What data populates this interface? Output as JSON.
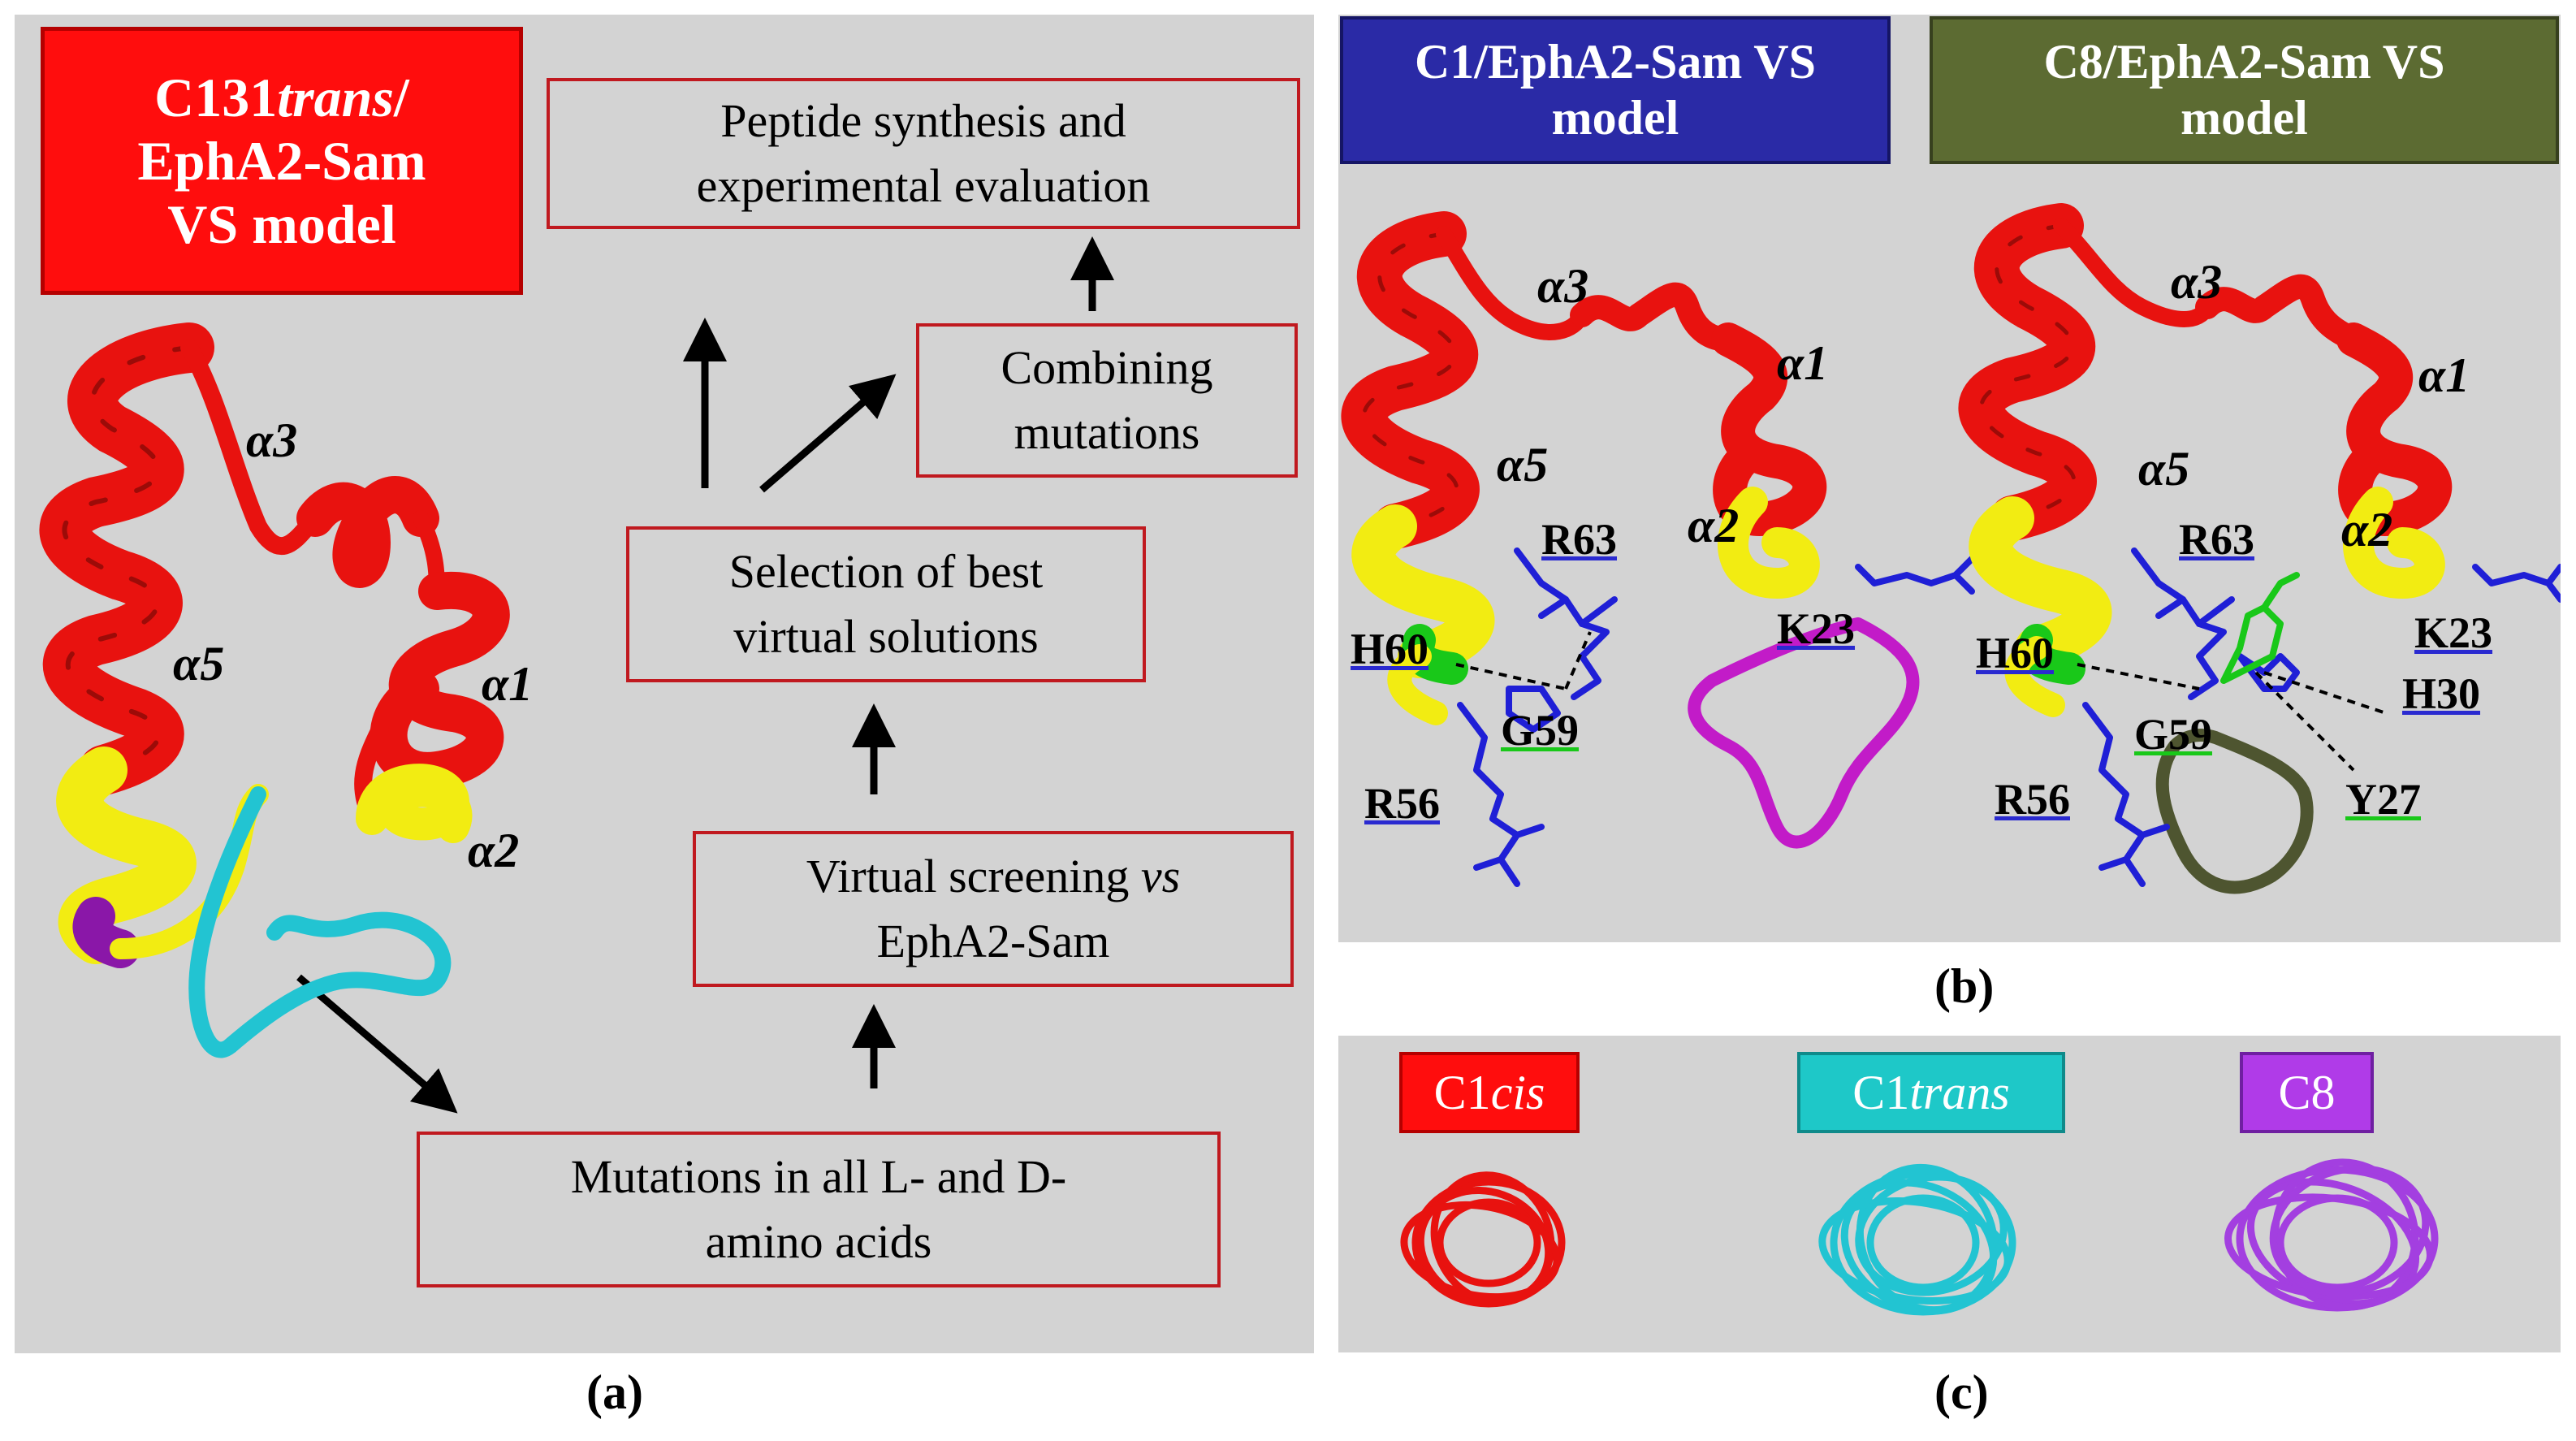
{
  "panel_a": {
    "panel_label": "(a)",
    "title": [
      "C131",
      "trans",
      "/",
      "EphA2-Sam",
      "VS model"
    ],
    "helix_labels": [
      "α3",
      "α5",
      "α1",
      "α2"
    ],
    "steps": {
      "synthesis": [
        "Peptide synthesis and",
        "experimental evaluation"
      ],
      "combining": [
        "Combining",
        "mutations"
      ],
      "selection": [
        "Selection of best",
        "virtual solutions"
      ],
      "screening": [
        "Virtual screening ",
        "vs",
        "EphA2-Sam"
      ],
      "mutations": [
        "Mutations in all L- and D-",
        "amino acids"
      ]
    }
  },
  "panel_b": {
    "panel_label": "(b)",
    "model1_title": [
      "C1/EphA2-Sam VS",
      "model"
    ],
    "model2_title": [
      "C8/EphA2-Sam VS",
      "model"
    ],
    "model1": {
      "helix_labels": [
        "α3",
        "α1",
        "α5",
        "α2"
      ],
      "residues": [
        "R63",
        "K23",
        "H60",
        "G59",
        "R56"
      ]
    },
    "model2": {
      "helix_labels": [
        "α3",
        "α1",
        "α5",
        "α2"
      ],
      "residues": [
        "R63",
        "K23",
        "H60",
        "H30",
        "G59",
        "Y27",
        "R56"
      ]
    }
  },
  "panel_c": {
    "panel_label": "(c)",
    "legend": {
      "c1cis": [
        "C1",
        "cis"
      ],
      "c1trans": [
        "C1",
        "trans"
      ],
      "c8": "C8"
    }
  },
  "colors": {
    "helix_red": "#e8120f",
    "helix_yellow": "#f2ec12",
    "cyan_loop": "#22c4d2",
    "magenta_loop": "#c21bc8",
    "olive_loop": "#4e5530",
    "violet": "#8a17a8",
    "residue_blue": "#1f1fd6",
    "residue_green": "#19c819",
    "box_border": "#c0191f",
    "panel_bg": "#d3d3d3"
  }
}
